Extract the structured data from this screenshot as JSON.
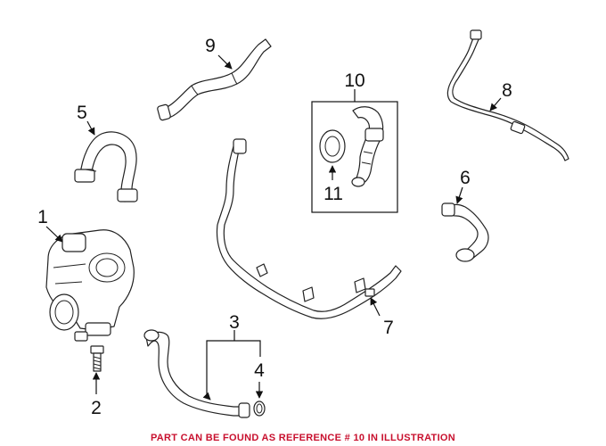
{
  "callouts": [
    {
      "id": "1",
      "text": "1"
    },
    {
      "id": "2",
      "text": "2"
    },
    {
      "id": "3",
      "text": "3"
    },
    {
      "id": "4",
      "text": "4"
    },
    {
      "id": "5",
      "text": "5"
    },
    {
      "id": "6",
      "text": "6"
    },
    {
      "id": "7",
      "text": "7"
    },
    {
      "id": "8",
      "text": "8"
    },
    {
      "id": "9",
      "text": "9"
    },
    {
      "id": "10",
      "text": "10"
    },
    {
      "id": "11",
      "text": "11"
    }
  ],
  "caption": "PART CAN BE FOUND AS REFERENCE # 10 IN ILLUSTRATION",
  "colors": {
    "caption": "#c8102e",
    "line": "#222222"
  }
}
